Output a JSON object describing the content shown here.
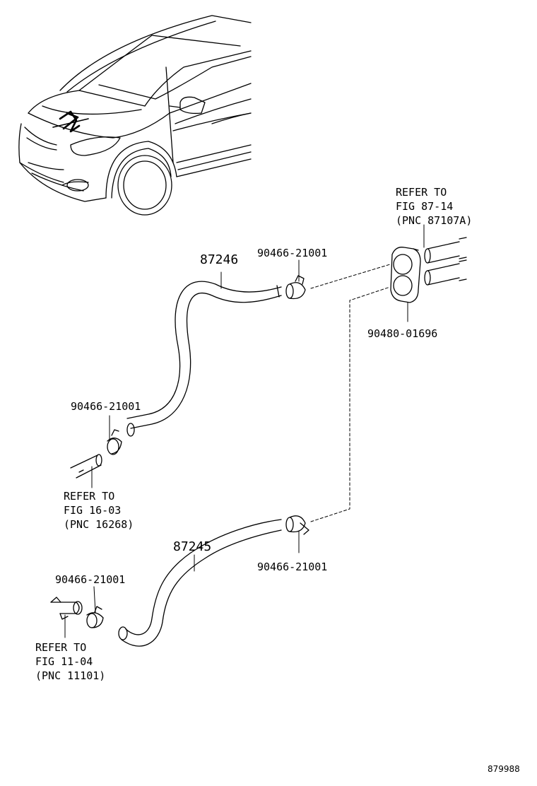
{
  "diagram_id": "879988",
  "parts": {
    "hose_upper": "87246",
    "hose_lower": "87245",
    "grommet": "90480-01696",
    "clamp_upper_right": "90466-21001",
    "clamp_upper_left": "90466-21001",
    "clamp_lower_right": "90466-21001",
    "clamp_lower_left": "90466-21001"
  },
  "refs": {
    "heater_unit": [
      "REFER TO",
      "FIG 87-14",
      "(PNC 87107A)"
    ],
    "water_pipe": [
      "REFER TO",
      "FIG 16-03",
      "(PNC 16268)"
    ],
    "engine_outlet": [
      "REFER TO",
      "FIG 11-04",
      "(PNC 11101)"
    ]
  },
  "colors": {
    "line": "#000000",
    "background": "#ffffff"
  }
}
